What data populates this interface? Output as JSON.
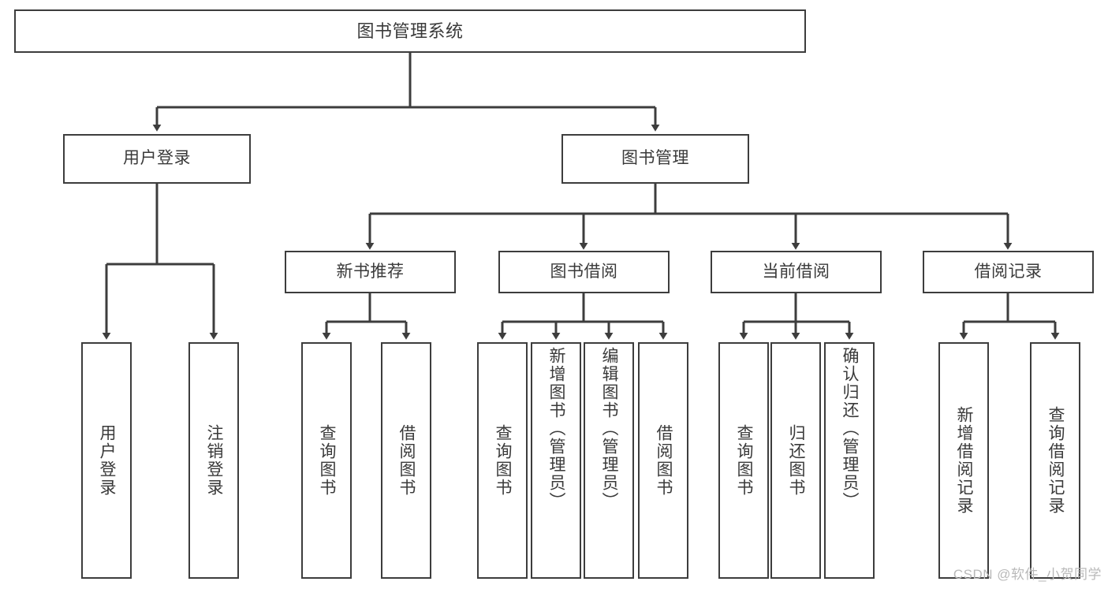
{
  "diagram": {
    "title": "图书管理系统",
    "watermark": "CSDN @软件_小贺同学",
    "colors": {
      "border": "#3d3d3d",
      "text": "#3a3a3a",
      "connector": "#3d3d3d",
      "background": "#ffffff",
      "watermark": "#b9b9b9"
    },
    "nodes": {
      "root": {
        "label": "图书管理系统"
      },
      "level2": [
        {
          "id": "user-login",
          "label": "用户登录"
        },
        {
          "id": "book-management",
          "label": "图书管理"
        }
      ],
      "level3": [
        {
          "id": "new-book-recommend",
          "label": "新书推荐"
        },
        {
          "id": "book-borrow",
          "label": "图书借阅"
        },
        {
          "id": "current-borrow",
          "label": "当前借阅"
        },
        {
          "id": "borrow-record",
          "label": "借阅记录"
        }
      ],
      "leaves": {
        "user-login": [
          {
            "id": "leaf-user-login",
            "label": "用户登录"
          },
          {
            "id": "leaf-logout",
            "label": "注销登录"
          }
        ],
        "new-book-recommend": [
          {
            "id": "leaf-query-book-1",
            "label": "查询图书"
          },
          {
            "id": "leaf-borrow-book-1",
            "label": "借阅图书"
          }
        ],
        "book-borrow": [
          {
            "id": "leaf-query-book-2",
            "label": "查询图书"
          },
          {
            "id": "leaf-add-book",
            "label": "新增图书（管理员）"
          },
          {
            "id": "leaf-edit-book",
            "label": "编辑图书（管理员）"
          },
          {
            "id": "leaf-borrow-book-2",
            "label": "借阅图书"
          }
        ],
        "current-borrow": [
          {
            "id": "leaf-query-book-3",
            "label": "查询图书"
          },
          {
            "id": "leaf-return-book",
            "label": "归还图书"
          },
          {
            "id": "leaf-confirm-return",
            "label": "确认归还（管理员）"
          }
        ],
        "borrow-record": [
          {
            "id": "leaf-add-record",
            "label": "新增借阅记录"
          },
          {
            "id": "leaf-query-record",
            "label": "查询借阅记录"
          }
        ]
      }
    }
  }
}
